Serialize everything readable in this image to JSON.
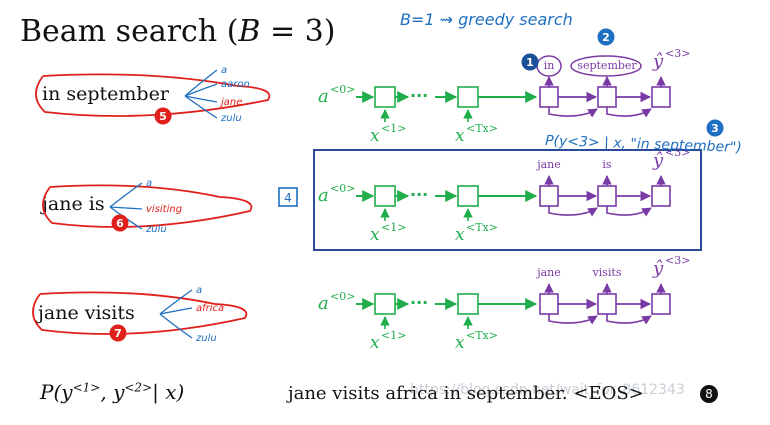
{
  "title": {
    "prefix": "Beam search (",
    "var": "B",
    "rest": " = 3)"
  },
  "top_note": "B=1  ⇝  greedy search",
  "colors": {
    "encoder": "#1fae4b",
    "decoder": "#7a3aa6",
    "annotation_red": "#e0201b",
    "annotation_blue": "#1f6fc2",
    "highlight_box": "#2a4b9a",
    "badge_dark": "#1a4f9a",
    "text": "#111111"
  },
  "candidates": [
    {
      "text": "in september",
      "badge": "5",
      "branches": [
        "a",
        "aaron",
        "jane",
        "zulu"
      ]
    },
    {
      "text": "jane is",
      "badge": "6",
      "branches": [
        "a",
        "visiting",
        "zulu"
      ]
    },
    {
      "text": "jane visits",
      "badge": "7",
      "branches": [
        "a",
        "africa",
        "zulu"
      ]
    }
  ],
  "encoder": {
    "a0": "a",
    "a0_sup": "<0>",
    "x1": "x",
    "x1_sup": "<1>",
    "xTx": "x",
    "xTx_sup": "<Tx>"
  },
  "decoder_rows": [
    {
      "word1": "in",
      "word2": "september",
      "out": "ŷ",
      "out_sup": "<3>",
      "badge1": "1",
      "badge2": "2"
    },
    {
      "word1": "jane",
      "word2": "is",
      "out": "ŷ",
      "out_sup": "<3>"
    },
    {
      "word1": "jane",
      "word2": "visits",
      "out": "ŷ",
      "out_sup": "<3>"
    }
  ],
  "prob_annotation": "P(y<3> | x, \"in september\")",
  "prob_badge": "3",
  "box_badge": "4",
  "bottom_formula": {
    "p": "P",
    "y1": "y",
    "y1_sup": "<1>",
    "y2": "y",
    "y2_sup": "<2>",
    "tail": "| x)"
  },
  "result_sentence": "jane visits africa in september. <EOS>",
  "result_badge": "8",
  "watermark": "https://blog.csdn.net/wait_for_8612343"
}
